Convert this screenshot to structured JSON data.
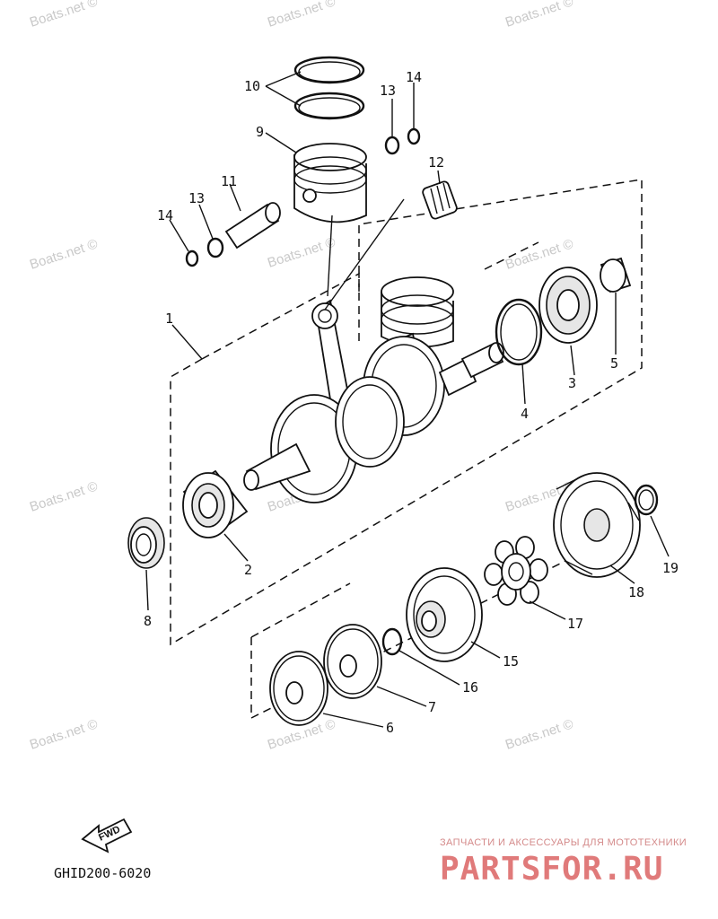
{
  "watermark": "Boats.net ©",
  "diagram_code": "GHID200-6020",
  "fwd_label": "FWD",
  "brand": {
    "tagline": "ЗАПЧАСТИ И АКСЕССУАРЫ ДЛЯ МОТОТЕХНИКИ",
    "logo": "PARTSFOR.RU"
  },
  "callouts": {
    "c1": "1",
    "c2": "2",
    "c3": "3",
    "c4": "4",
    "c5": "5",
    "c6": "6",
    "c7": "7",
    "c8": "8",
    "c9": "9",
    "c10": "10",
    "c11": "11",
    "c12": "12",
    "c13a": "13",
    "c13b": "13",
    "c14a": "14",
    "c14b": "14",
    "c15": "15",
    "c16": "16",
    "c17": "17",
    "c18": "18",
    "c19": "19"
  }
}
